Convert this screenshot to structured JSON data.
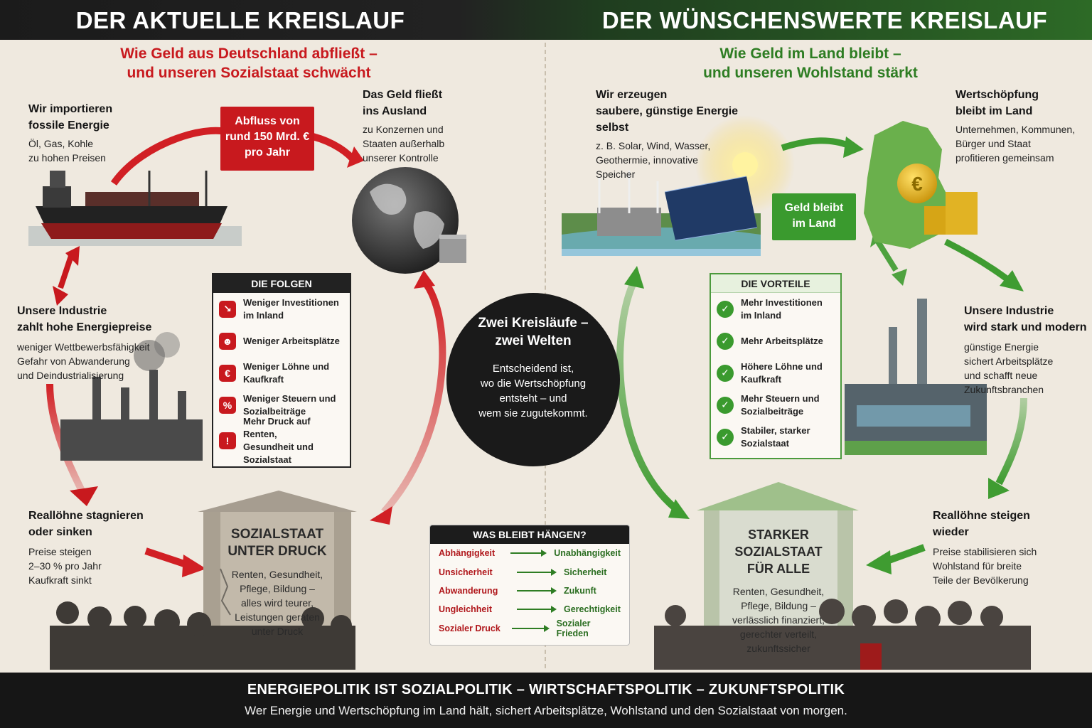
{
  "header": {
    "left_title": "DER AKTUELLE KREISLAUF",
    "right_title": "DER WÜNSCHENSWERTE KREISLAUF"
  },
  "left": {
    "subtitle_line1": "Wie Geld aus Deutschland abfließt –",
    "subtitle_line2": "und unseren Sozialstaat schwächt",
    "import": {
      "heading_line1": "Wir importieren",
      "heading_line2": "fossile Energie",
      "text_line1": "Öl, Gas, Kohle",
      "text_line2": "zu hohen Preisen"
    },
    "outflow_box": {
      "line1": "Abfluss von",
      "line2": "rund 150 Mrd. €",
      "line3": "pro Jahr"
    },
    "abroad": {
      "heading_line1": "Das Geld fließt",
      "heading_line2": "ins Ausland",
      "text_line1": "zu Konzernen und",
      "text_line2": "Staaten außerhalb",
      "text_line3": "unserer Kontrolle"
    },
    "industry": {
      "heading_line1": "Unsere Industrie",
      "heading_line2": "zahlt hohe Energiepreise",
      "text_line1": "weniger Wettbewerbsfähigkeit",
      "text_line2": "Gefahr von Abwanderung",
      "text_line3": "und Deindustrialisierung"
    },
    "wages": {
      "heading_line1": "Reallöhne stagnieren",
      "heading_line2": "oder sinken",
      "text_line1": "Preise steigen",
      "text_line2": "2–30 % pro Jahr",
      "text_line3": "Kaufkraft sinkt"
    },
    "folgen": {
      "title": "DIE FOLGEN",
      "items": [
        {
          "line1": "Weniger Investitionen",
          "line2": "im Inland"
        },
        {
          "line1": "Weniger Arbeitsplätze",
          "line2": ""
        },
        {
          "line1": "Weniger Löhne und",
          "line2": "Kaufkraft"
        },
        {
          "line1": "Weniger Steuern und",
          "line2": "Sozialbeiträge"
        },
        {
          "line1": "Mehr Druck auf Renten,",
          "line2": "Gesundheit und",
          "line3": "Sozialstaat"
        }
      ]
    },
    "monument": {
      "title_line1": "SOZIALSTAAT",
      "title_line2": "UNTER DRUCK",
      "text_line1": "Renten, Gesundheit,",
      "text_line2": "Pflege, Bildung –",
      "text_line3": "alles wird teurer,",
      "text_line4": "Leistungen geraten",
      "text_line5": "unter Druck"
    }
  },
  "center": {
    "title_line1": "Zwei Kreisläufe –",
    "title_line2": "zwei Welten",
    "text_line1": "Entscheidend ist,",
    "text_line2": "wo die Wertschöpfung",
    "text_line3": "entsteht – und",
    "text_line4": "wem sie zugutekommt."
  },
  "was_bleibt": {
    "title": "WAS BLEIBT HÄNGEN?",
    "rows": [
      {
        "from": "Abhängigkeit",
        "to": "Unabhängigkeit"
      },
      {
        "from": "Unsicherheit",
        "to": "Sicherheit"
      },
      {
        "from": "Abwanderung",
        "to": "Zukunft"
      },
      {
        "from": "Ungleichheit",
        "to": "Gerechtigkeit"
      },
      {
        "from": "Sozialer Druck",
        "to": "Sozialer Frieden"
      }
    ]
  },
  "right": {
    "subtitle_line1": "Wie Geld im Land bleibt –",
    "subtitle_line2": "und unseren Wohlstand stärkt",
    "energy": {
      "heading_line1": "Wir erzeugen",
      "heading_line2": "saubere, günstige Energie",
      "heading_line3": "selbst",
      "text_line1": "z. B. Solar, Wind, Wasser,",
      "text_line2": "Geothermie, innovative",
      "text_line3": "Speicher"
    },
    "stays_box": {
      "line1": "Geld bleibt",
      "line2": "im Land"
    },
    "value": {
      "heading_line1": "Wertschöpfung",
      "heading_line2": "bleibt im Land",
      "text_line1": "Unternehmen, Kommunen,",
      "text_line2": "Bürger und Staat",
      "text_line3": "profitieren gemeinsam"
    },
    "industry": {
      "heading_line1": "Unsere Industrie",
      "heading_line2": "wird stark und modern",
      "text_line1": "günstige Energie",
      "text_line2": "sichert Arbeitsplätze",
      "text_line3": "und schafft neue",
      "text_line4": "Zukunftsbranchen"
    },
    "wages": {
      "heading_line1": "Reallöhne steigen",
      "heading_line2": "wieder",
      "text_line1": "Preise stabilisieren sich",
      "text_line2": "Wohlstand für breite",
      "text_line3": "Teile der Bevölkerung"
    },
    "vorteile": {
      "title": "DIE VORTEILE",
      "items": [
        {
          "line1": "Mehr Investitionen",
          "line2": "im Inland"
        },
        {
          "line1": "Mehr Arbeitsplätze",
          "line2": ""
        },
        {
          "line1": "Höhere Löhne und",
          "line2": "Kaufkraft"
        },
        {
          "line1": "Mehr Steuern und",
          "line2": "Sozialbeiträge"
        },
        {
          "line1": "Stabiler, starker",
          "line2": "Sozialstaat"
        }
      ]
    },
    "monument": {
      "title_line1": "STARKER SOZIALSTAAT",
      "title_line2": "FÜR ALLE",
      "text_line1": "Renten, Gesundheit,",
      "text_line2": "Pflege, Bildung –",
      "text_line3": "verlässlich finanziert,",
      "text_line4": "gerechter verteilt,",
      "text_line5": "zukunftssicher"
    }
  },
  "footer": {
    "title": "ENERGIEPOLITIK IST SOZIALPOLITIK – WIRTSCHAFTSPOLITIK – ZUKUNFTSPOLITIK",
    "subtitle": "Wer Energie und Wertschöpfung im Land hält, sichert Arbeitsplätze, Wohlstand und den Sozialstaat von morgen."
  },
  "colors": {
    "red": "#c8191e",
    "green": "#3a9a2e",
    "dark": "#1a1a1a",
    "background": "#efe9df"
  },
  "icons": {
    "coin": "euro-coin-icon",
    "check": "check-icon"
  }
}
